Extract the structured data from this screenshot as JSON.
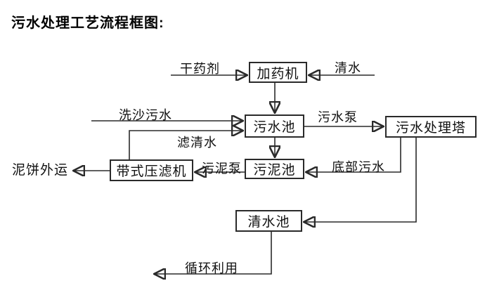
{
  "title": "污水处理工艺流程框图:",
  "nodes": {
    "dosing_machine": {
      "label": "加药机"
    },
    "sewage_pool": {
      "label": "污水池"
    },
    "sewage_treatment_tower": {
      "label": "污水处理塔"
    },
    "sludge_pool": {
      "label": "污泥池"
    },
    "belt_filter_press": {
      "label": "带式压滤机"
    },
    "clear_water_pool": {
      "label": "清水池"
    }
  },
  "edge_labels": {
    "dry_chemical": "干药剂",
    "clear_water": "清水",
    "sand_washing_sewage": "洗沙污水",
    "sewage_pump": "污水泵",
    "filtered_clear_water": "滤清水",
    "sludge_pump": "污泥泵",
    "bottom_sewage": "底部污水",
    "mud_cake_transport": "泥饼外运",
    "recycling": "循环利用"
  },
  "colors": {
    "line": "#2a2a2a",
    "background": "#ffffff",
    "text": "#000000"
  }
}
